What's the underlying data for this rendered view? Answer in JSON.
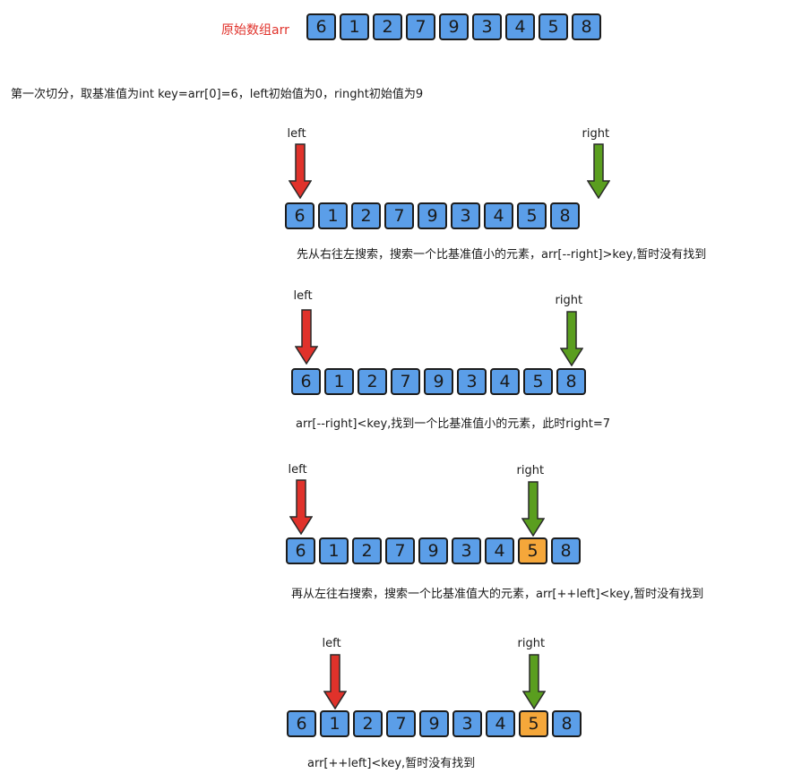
{
  "title_label": "原始数组arr",
  "original_array": [
    "6",
    "1",
    "2",
    "7",
    "9",
    "3",
    "4",
    "5",
    "8"
  ],
  "intro": "第一次切分，取基准值为int key=arr[0]=6，left初始值为0，ringht初始值为9",
  "colors": {
    "cell": "#5b9ee8",
    "highlight": "#f5a73a",
    "left_arrow": "#e0322b",
    "right_arrow": "#5a9e1f",
    "label_red": "#e0322b"
  },
  "steps": [
    {
      "left_label": "left",
      "right_label": "right",
      "cells": [
        "6",
        "1",
        "2",
        "7",
        "9",
        "3",
        "4",
        "5",
        "8"
      ],
      "left_index": 0,
      "right_index": 9,
      "highlight": [],
      "caption": "先从右往左搜索，搜索一个比基准值小的元素，arr[--right]>key,暂时没有找到"
    },
    {
      "left_label": "left",
      "right_label": "right",
      "cells": [
        "6",
        "1",
        "2",
        "7",
        "9",
        "3",
        "4",
        "5",
        "8"
      ],
      "left_index": 0,
      "right_index": 8,
      "highlight": [],
      "caption": "arr[--right]<key,找到一个比基准值小的元素，此时right=7"
    },
    {
      "left_label": "left",
      "right_label": "right",
      "cells": [
        "6",
        "1",
        "2",
        "7",
        "9",
        "3",
        "4",
        "5",
        "8"
      ],
      "left_index": 0,
      "right_index": 7,
      "highlight": [
        7
      ],
      "caption": "再从左往右搜索，搜索一个比基准值大的元素，arr[++left]<key,暂时没有找到"
    },
    {
      "left_label": "left",
      "right_label": "right",
      "cells": [
        "6",
        "1",
        "2",
        "7",
        "9",
        "3",
        "4",
        "5",
        "8"
      ],
      "left_index": 1,
      "right_index": 7,
      "highlight": [
        7
      ],
      "caption": "arr[++left]<key,暂时没有找到"
    }
  ]
}
